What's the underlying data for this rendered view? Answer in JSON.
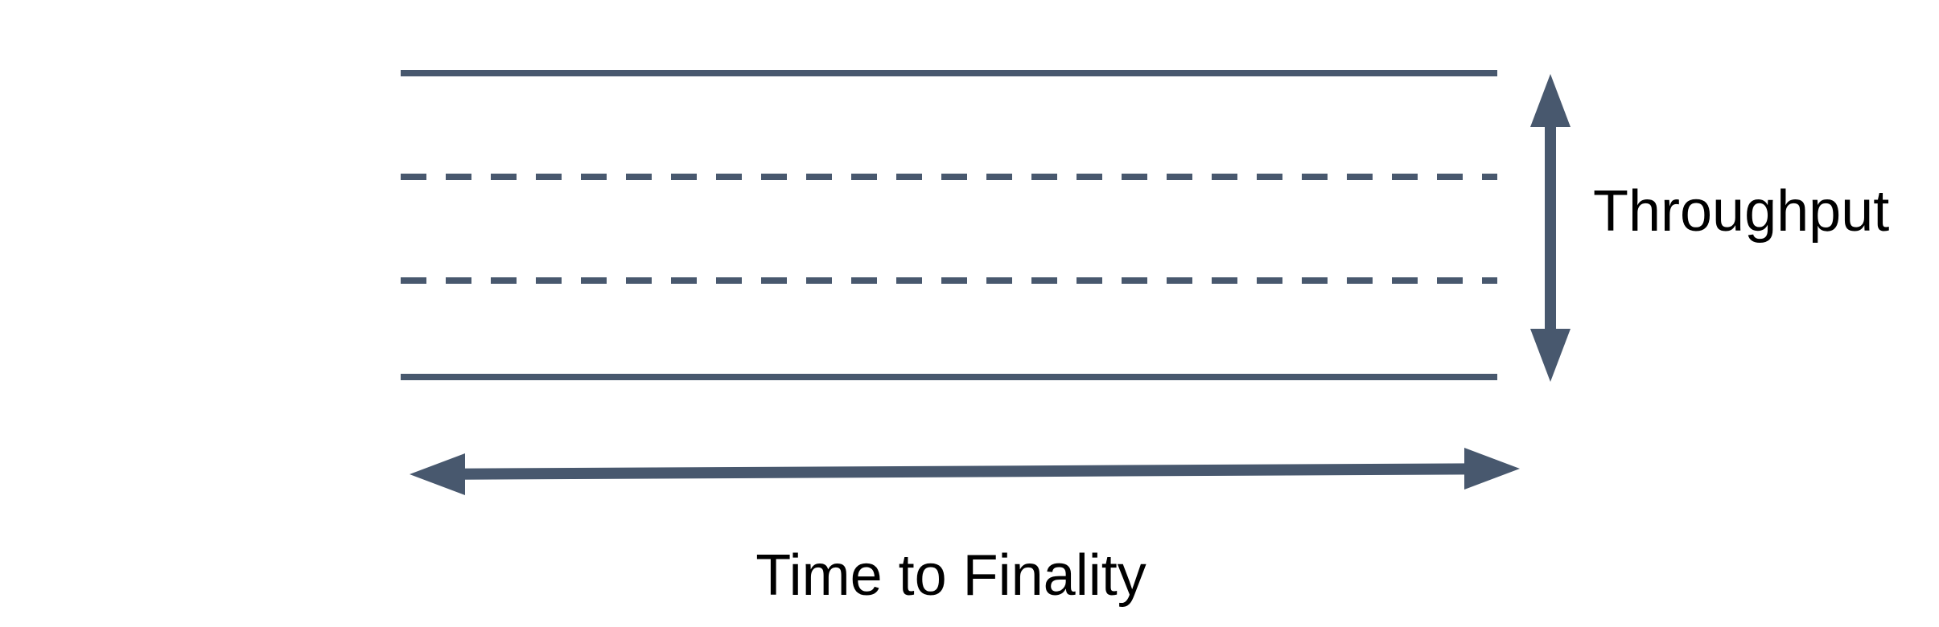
{
  "diagram": {
    "title": "Throughput vs Time to Finality lane diagram",
    "colors": {
      "shape": "#48586E",
      "label_text": "#000000",
      "background": "#FFFFFF"
    },
    "lanes": {
      "boundary_style": "solid",
      "divider_style": "dashed",
      "lines": [
        {
          "style": "solid",
          "position": "top"
        },
        {
          "style": "dashed",
          "position": "upper-middle"
        },
        {
          "style": "dashed",
          "position": "lower-middle"
        },
        {
          "style": "solid",
          "position": "bottom"
        }
      ]
    },
    "arrows": [
      {
        "orientation": "vertical",
        "heads": "both",
        "label": "Throughput"
      },
      {
        "orientation": "horizontal",
        "heads": "both",
        "label": "Time to Finality"
      }
    ],
    "labels": {
      "throughput": "Throughput",
      "time_to_finality": "Time to Finality"
    }
  }
}
